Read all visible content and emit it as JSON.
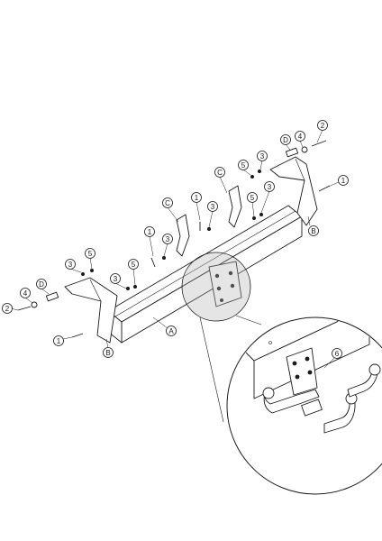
{
  "diagram": {
    "callouts": [
      {
        "id": "c2-right",
        "text": "2"
      },
      {
        "id": "c4-right",
        "text": "4"
      },
      {
        "id": "cD-right",
        "text": "D"
      },
      {
        "id": "c3-right-top",
        "text": "3"
      },
      {
        "id": "c5-right",
        "text": "5"
      },
      {
        "id": "cC-right",
        "text": "C"
      },
      {
        "id": "c1-right",
        "text": "1"
      },
      {
        "id": "c5-mid-right",
        "text": "5"
      },
      {
        "id": "c3-mid-right",
        "text": "3"
      },
      {
        "id": "cB-right",
        "text": "B"
      },
      {
        "id": "cC-mid",
        "text": "C"
      },
      {
        "id": "c1-mid",
        "text": "1"
      },
      {
        "id": "c3-mid",
        "text": "3"
      },
      {
        "id": "c1-center",
        "text": "1"
      },
      {
        "id": "c3-center",
        "text": "3"
      },
      {
        "id": "c3-left",
        "text": "3"
      },
      {
        "id": "c5-left",
        "text": "5"
      },
      {
        "id": "cD-left",
        "text": "D"
      },
      {
        "id": "c4-left",
        "text": "4"
      },
      {
        "id": "c2-left",
        "text": "2"
      },
      {
        "id": "c3-lower",
        "text": "3"
      },
      {
        "id": "c5-lower",
        "text": "5"
      },
      {
        "id": "c1-left",
        "text": "1"
      },
      {
        "id": "cB-left",
        "text": "B"
      },
      {
        "id": "cA",
        "text": "A"
      },
      {
        "id": "c6",
        "text": "6"
      }
    ]
  }
}
